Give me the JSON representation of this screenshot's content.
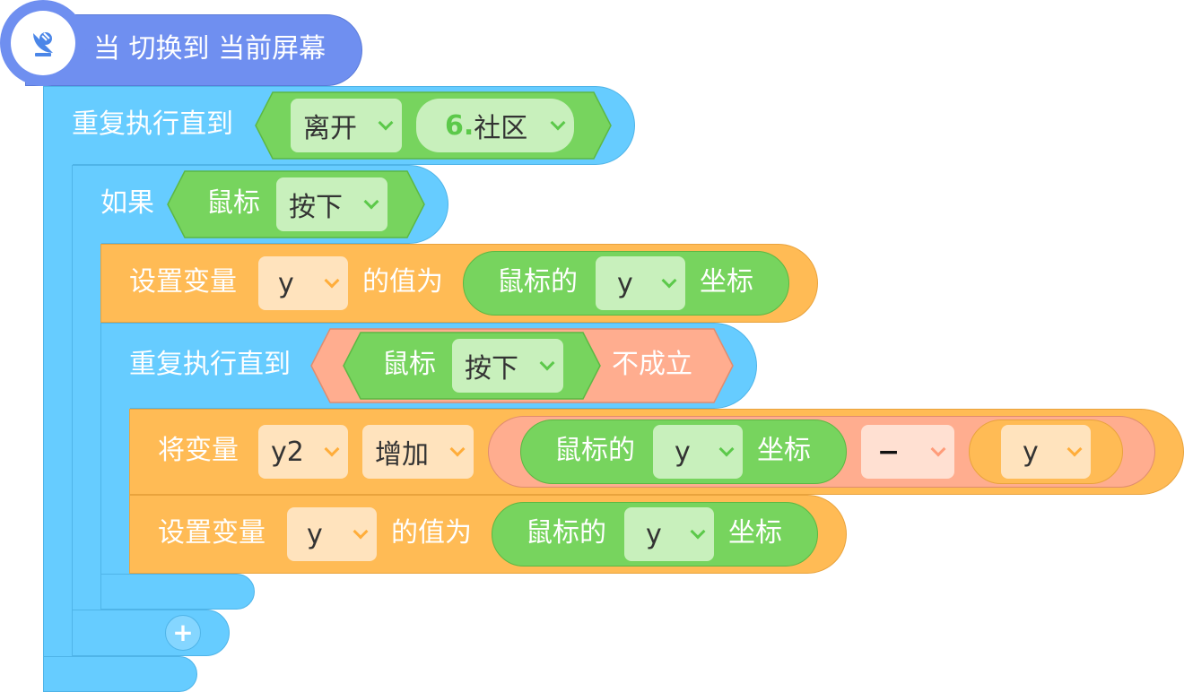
{
  "event": {
    "label": "当 切换到 当前屏幕",
    "icon": "satellite-icon"
  },
  "repeat_until_outer": {
    "label": "重复执行直到",
    "condition_op": "离开",
    "target_num": "6.",
    "target_name": "社区"
  },
  "if_block": {
    "label": "如果",
    "sensor": "鼠标",
    "state": "按下"
  },
  "set_var_1": {
    "label": "设置变量",
    "var": "y",
    "value_label": "的值为",
    "reporter_prefix": "鼠标的",
    "axis": "y",
    "reporter_suffix": "坐标"
  },
  "repeat_until_inner": {
    "label": "重复执行直到",
    "sensor": "鼠标",
    "state": "按下",
    "negation": "不成立"
  },
  "change_var": {
    "label": "将变量",
    "var": "y2",
    "op": "增加",
    "reporter_prefix": "鼠标的",
    "axis": "y",
    "reporter_suffix": "坐标",
    "math_op": "−",
    "var_ref": "y"
  },
  "set_var_2": {
    "label": "设置变量",
    "var": "y",
    "value_label": "的值为",
    "reporter_prefix": "鼠标的",
    "axis": "y",
    "reporter_suffix": "坐标"
  },
  "add_button": {
    "label": "+"
  },
  "colors": {
    "event": "#6f8ff0",
    "control": "#66ccff",
    "variable": "#ffbb55",
    "sensing": "#77d45e",
    "operator": "#ffad8f"
  }
}
